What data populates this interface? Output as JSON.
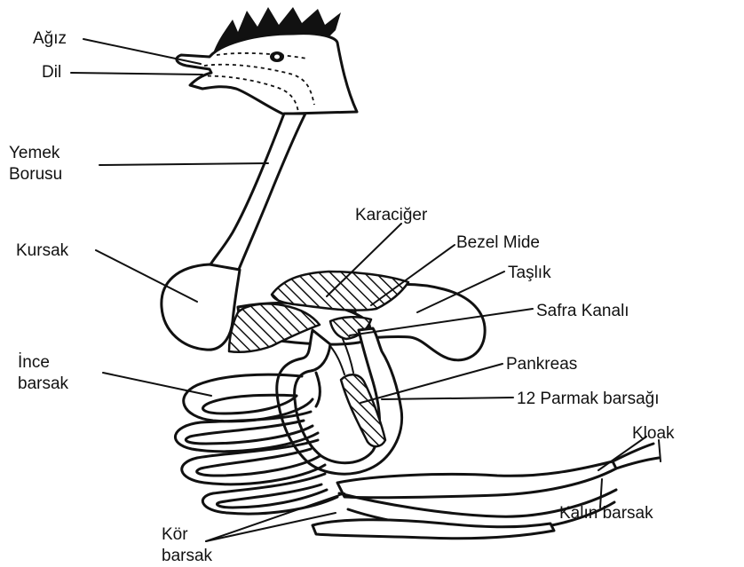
{
  "labels": {
    "agiz": "Ağız",
    "dil": "Dil",
    "yemek_1": "Yemek",
    "yemek_2": "Borusu",
    "karaciger": "Karaciğer",
    "bezel_mide": "Bezel Mide",
    "kursak": "Kursak",
    "taslik": "Taşlık",
    "safra_kanali": "Safra Kanalı",
    "ince_1": "İnce",
    "ince_2": "barsak",
    "pankreas": "Pankreas",
    "parmak": "12 Parmak barsağı",
    "kloak": "Kloak",
    "kalin_barsak": "Kalın barsak",
    "kor_1": "Kör",
    "kor_2": "barsak"
  },
  "colors": {
    "ink": "#111111",
    "background": "#ffffff"
  }
}
